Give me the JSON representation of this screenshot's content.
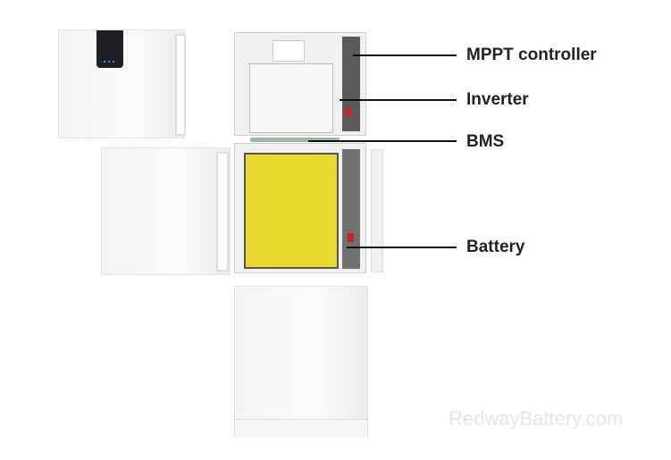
{
  "labels": {
    "mppt": "MPPT controller",
    "inverter": "Inverter",
    "bms": "BMS",
    "battery": "Battery"
  },
  "watermark": "RedwayBattery.com",
  "colors": {
    "battery": "#e8d92c",
    "display": "#1e1f24",
    "led": "#3a8fd8"
  }
}
